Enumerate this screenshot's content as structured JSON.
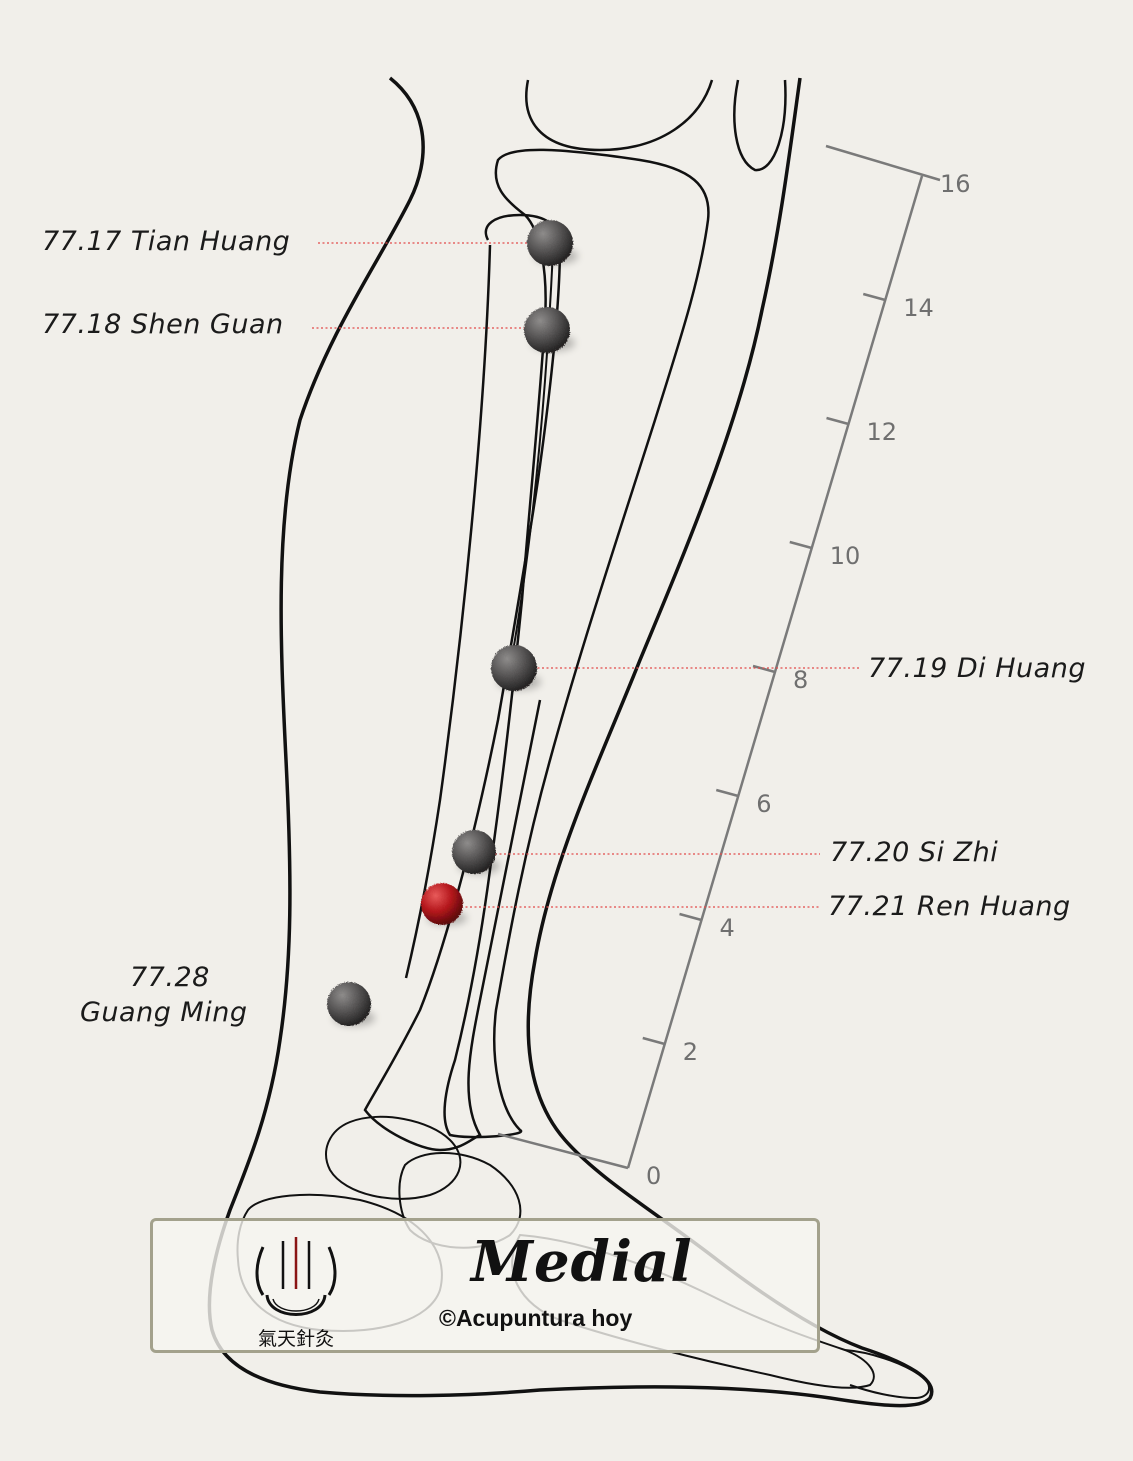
{
  "scale": {
    "ticks": [
      "0",
      "2",
      "4",
      "6",
      "8",
      "10",
      "12",
      "14",
      "16"
    ]
  },
  "points": [
    {
      "code": "77.17",
      "name": "Tian Huang",
      "label": "77.17 Tian Huang",
      "highlight": false
    },
    {
      "code": "77.18",
      "name": "Shen Guan",
      "label": "77.18 Shen Guan",
      "highlight": false
    },
    {
      "code": "77.19",
      "name": "Di Huang",
      "label": "77.19 Di Huang",
      "highlight": false
    },
    {
      "code": "77.20",
      "name": "Si Zhi",
      "label": "77.20 Si Zhi",
      "highlight": false
    },
    {
      "code": "77.21",
      "name": "Ren Huang",
      "label": "77.21 Ren Huang",
      "highlight": true
    },
    {
      "code": "77.28",
      "name": "Guang Ming",
      "label_line1": "77.28",
      "label_line2": "Guang Ming",
      "highlight": false
    }
  ],
  "footer": {
    "view": "Medial",
    "copyright": "©Acupuntura hoy",
    "logo_text": "氣天針灸"
  },
  "colors": {
    "point_gray": "#555353",
    "point_highlight": "#b3161b",
    "leader_line": "#e24a4a",
    "scale": "#7a7a7a",
    "outline": "#111111"
  }
}
